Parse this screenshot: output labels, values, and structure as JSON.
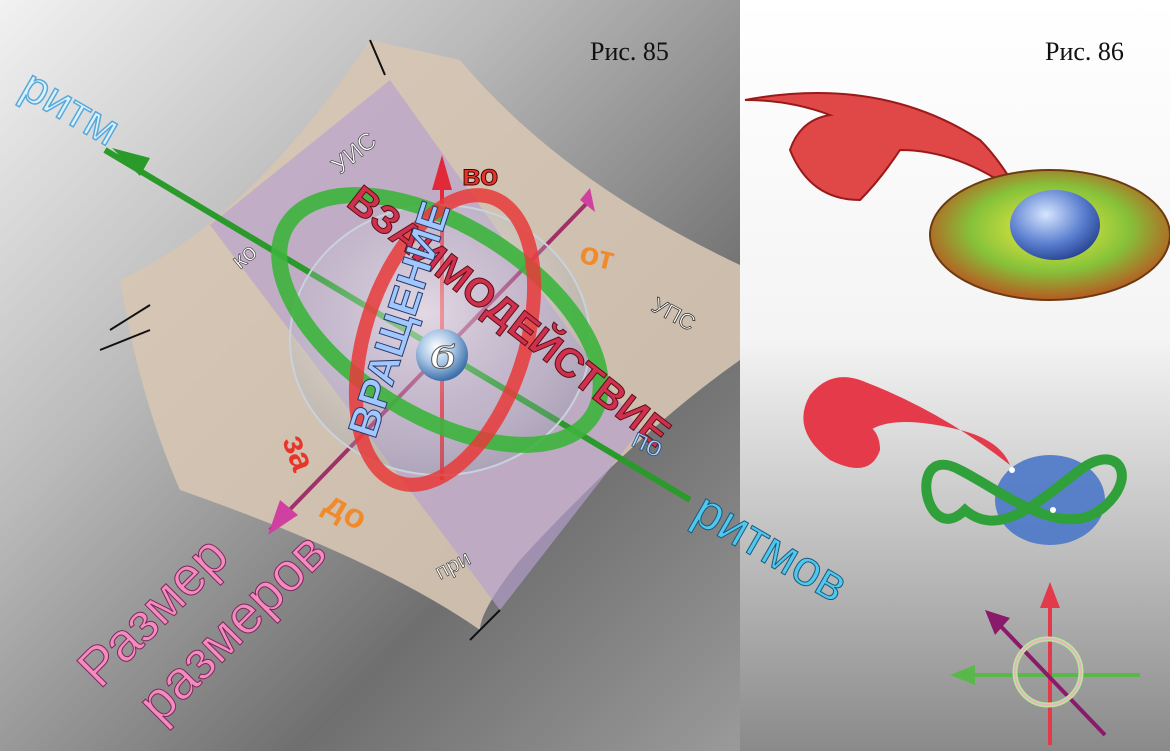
{
  "figures": [
    {
      "caption": "Рис. 85"
    },
    {
      "caption": "Рис. 86"
    }
  ],
  "fig85": {
    "axis_labels": {
      "ritm": "ритм",
      "ritmov": "ритмов",
      "razmer": "Размер",
      "razmerov": "размеров"
    },
    "ring_labels": {
      "vzaimodeistvie": "ВЗАИМОДЕЙСТВИЕ",
      "vrashchenie": "ВРАЩЕНИЕ"
    },
    "center_symbol": "Ϭ",
    "prefixes": {
      "vo": "во",
      "ot": "от",
      "za": "за",
      "do": "до",
      "po": "по",
      "pri": "при",
      "ko": "ко"
    },
    "surface_labels": {
      "uis": "УИС",
      "ups": "УПС"
    }
  },
  "colors": {
    "ritm_axis": "#2a9a2a",
    "razmer_axis": "#a0306a",
    "vertical_axis": "#e02a3a",
    "right_axis": "#d040a0",
    "ring_green": "#3cb43c",
    "ring_red": "#e83a3a",
    "label_blue": "#4fc7ef",
    "label_pink": "#f48ac0",
    "label_orange": "#f08a2a",
    "label_red": "#e8352a"
  }
}
